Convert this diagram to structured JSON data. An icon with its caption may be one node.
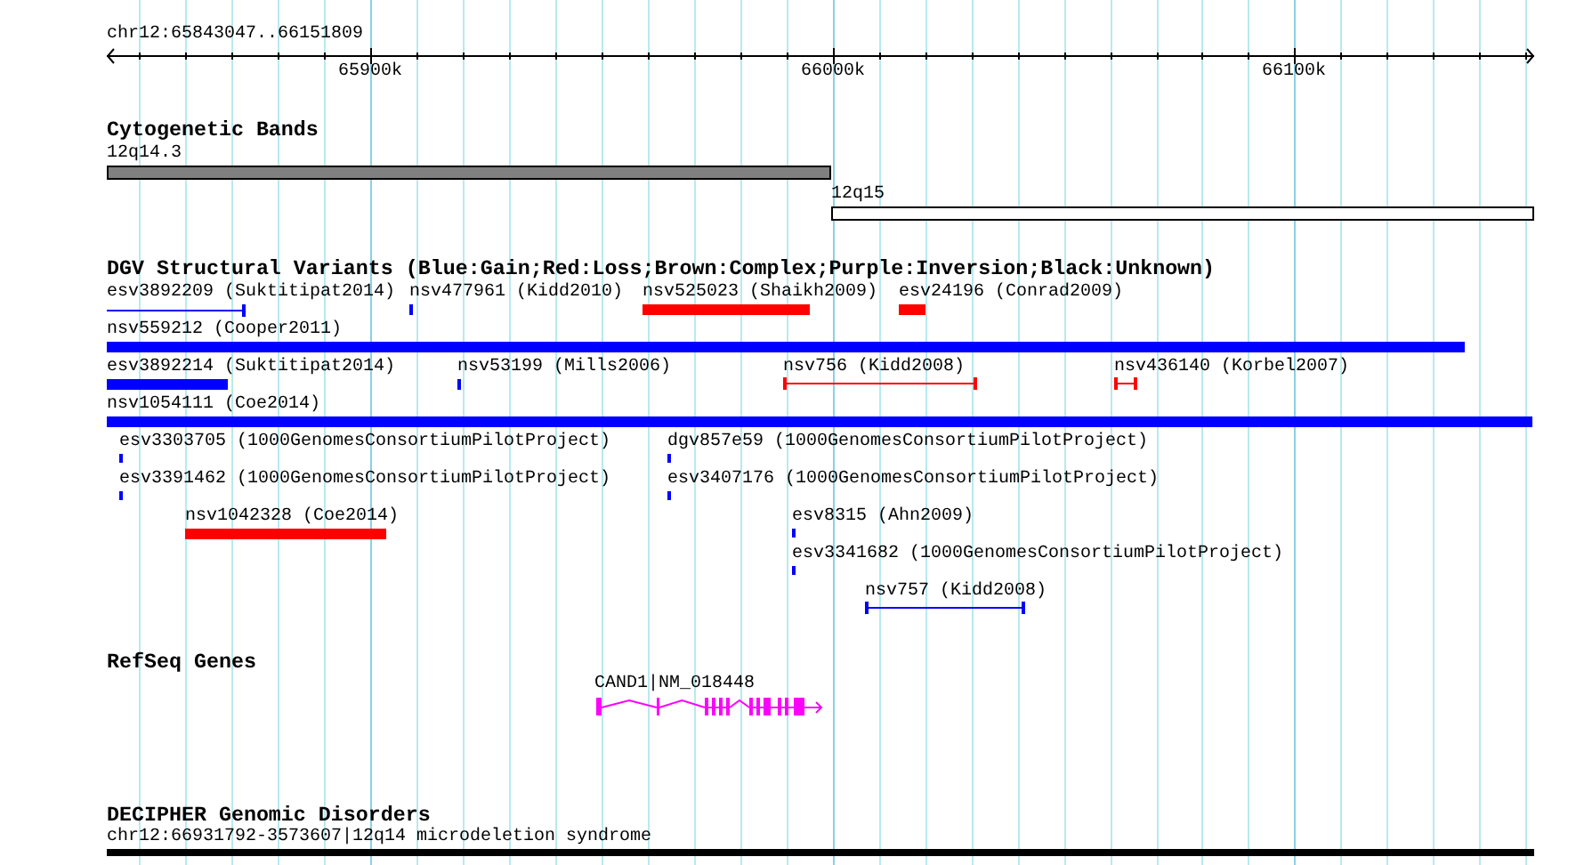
{
  "diagram": {
    "nodes": [
      {
        "text": [],
        "shape": "bar",
        "beside": [
          "12q14.3"
        ]
      },
      {
        "text": [],
        "shape": "bar",
        "beside": [
          "12q15"
        ]
      },
      {
        "text": [],
        "shape": "bar",
        "beside": [
          "esv3892209 (Suktitipat2014)"
        ]
      },
      {
        "text": [],
        "shape": "bar",
        "beside": [
          "nsv477961 (Kidd2010)"
        ]
      },
      {
        "text": [],
        "shape": "bar",
        "beside": [
          "nsv525023 (Shaikh2009)"
        ]
      },
      {
        "text": [],
        "shape": "bar",
        "beside": [
          "esv24196 (Conrad2009)"
        ]
      },
      {
        "text": [],
        "shape": "bar",
        "beside": [
          "nsv559212 (Cooper2011)"
        ]
      },
      {
        "text": [],
        "shape": "bar",
        "beside": [
          "esv3892214 (Suktitipat2014)"
        ]
      },
      {
        "text": [],
        "shape": "bar",
        "beside": [
          "nsv53199 (Mills2006)"
        ]
      },
      {
        "text": [],
        "shape": "bar",
        "beside": [
          "nsv756 (Kidd2008)"
        ]
      },
      {
        "text": [],
        "shape": "bar",
        "beside": [
          "nsv436140 (Korbel2007)"
        ]
      },
      {
        "text": [],
        "shape": "bar",
        "beside": [
          "nsv1054111 (Coe2014)"
        ]
      },
      {
        "text": [],
        "shape": "bar",
        "beside": [
          "esv3303705 (1000GenomesConsortiumPilotProject)"
        ]
      },
      {
        "text": [],
        "shape": "bar",
        "beside": [
          "dgv857e59 (1000GenomesConsortiumPilotProject)"
        ]
      },
      {
        "text": [],
        "shape": "bar",
        "beside": [
          "esv3391462 (1000GenomesConsortiumPilotProject)"
        ]
      },
      {
        "text": [],
        "shape": "bar",
        "beside": [
          "esv3407176 (1000GenomesConsortiumPilotProject)"
        ]
      },
      {
        "text": [],
        "shape": "bar",
        "beside": [
          "nsv1042328 (Coe2014)"
        ]
      },
      {
        "text": [],
        "shape": "bar",
        "beside": [
          "esv8315 (Ahn2009)"
        ]
      },
      {
        "text": [],
        "shape": "bar",
        "beside": [
          "esv3341682 (1000GenomesConsortiumPilotProject)"
        ]
      },
      {
        "text": [],
        "shape": "bar",
        "beside": [
          "nsv757 (Kidd2008)"
        ]
      },
      {
        "text": [],
        "shape": "picture",
        "beside": [
          "CAND1|NM_018448"
        ]
      },
      {
        "text": [],
        "shape": "bar",
        "beside": [
          "chr12:66931792-3573607|12q14 microdeletion syndrome"
        ]
      }
    ],
    "labels": [
      "chr12:65843047..66151809",
      "65900k",
      "66000k",
      "66100k",
      "Cytogenetic Bands",
      "DGV Structural Variants (Blue:Gain;Red:Loss;Brown:Complex;Purple:Inversion;Black:Unknown)",
      "RefSeq Genes",
      "DECIPHER Genomic Disorders"
    ]
  }
}
